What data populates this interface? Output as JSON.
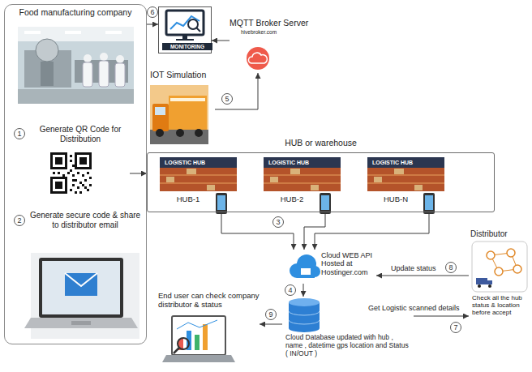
{
  "diagram": {
    "nodes": [
      {
        "text": [
          "Food manufacturing company"
        ]
      },
      {
        "text": [
          "Generate QR Code for Distribution"
        ],
        "in": 0
      },
      {
        "text": [
          "Generate secure code & share to distributor email"
        ],
        "in": 0
      },
      {
        "text": [
          "MONITORING"
        ]
      },
      {
        "text": [
          "MQTT Broker Server",
          "hivebroker.com"
        ]
      },
      {
        "text": [
          "IOT Simulation"
        ]
      },
      {
        "text": [
          "HUB or warehouse"
        ]
      },
      {
        "text": [
          "LOGISTIC HUB",
          "HUB-1"
        ],
        "in": 6
      },
      {
        "text": [
          "LOGISTIC HUB",
          "HUB-2"
        ],
        "in": 6
      },
      {
        "text": [
          "LOGISTIC HUB",
          "HUB-N"
        ],
        "in": 6
      },
      {
        "text": [
          "Cloud WEB API Hosted at Hostinger.com"
        ]
      },
      {
        "text": [
          "Cloud Database updated with hub , name , datetime gps location and Status ( IN/OUT )"
        ]
      },
      {
        "text": [
          "Distributor",
          "Check all the hub status & location before accept"
        ]
      },
      {
        "text": [
          "End user can check company distributor & status"
        ]
      }
    ],
    "edges": [
      {
        "from": 0,
        "to": 3,
        "arrow": "to"
      },
      {
        "from": 4,
        "to": 3,
        "arrow": "to"
      },
      {
        "from": 5,
        "to": 4,
        "arrow": "to"
      },
      {
        "from": 1,
        "to": 6,
        "arrow": "to"
      },
      {
        "from": 7,
        "to": 10,
        "arrow": "to"
      },
      {
        "from": 8,
        "to": 10,
        "arrow": "to"
      },
      {
        "from": 9,
        "to": 10,
        "arrow": "to"
      },
      {
        "from": 10,
        "to": 11,
        "arrow": "to"
      },
      {
        "from": 12,
        "to": 10,
        "label": "Update status",
        "arrow": "to"
      },
      {
        "from": 11,
        "to": 12,
        "label": "Get Logistic scanned details",
        "arrow": "to"
      },
      {
        "from": 11,
        "to": 13,
        "arrow": "to"
      }
    ],
    "labels": [
      "1",
      "2",
      "3",
      "4",
      "5",
      "6",
      "7",
      "8",
      "9"
    ]
  }
}
